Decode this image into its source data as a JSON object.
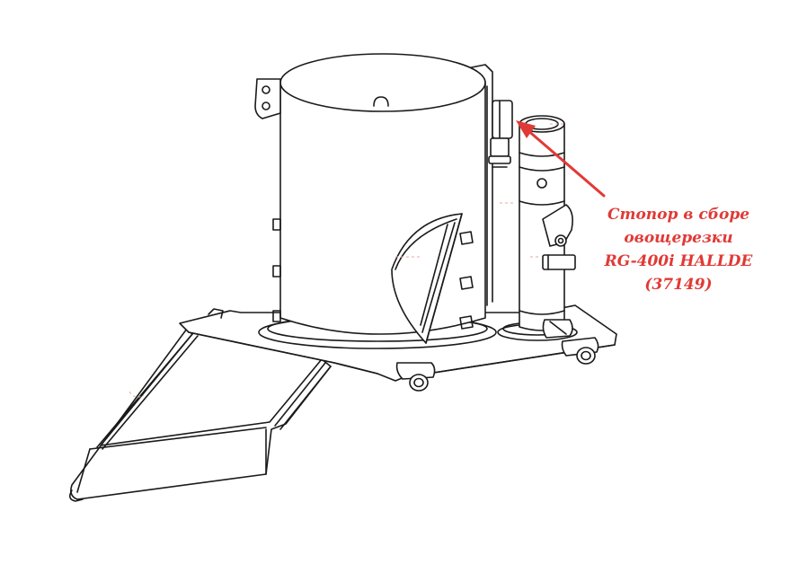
{
  "diagram": {
    "callout": {
      "lines": [
        "Стопор в сборе",
        "овощерезки",
        "RG-400i HALLDE",
        "(37149)"
      ]
    },
    "colors": {
      "callout": "#e03a36",
      "ink": "#1a1a1a",
      "ghost_lines": "#e8a7a7",
      "background": "#ffffff"
    }
  }
}
